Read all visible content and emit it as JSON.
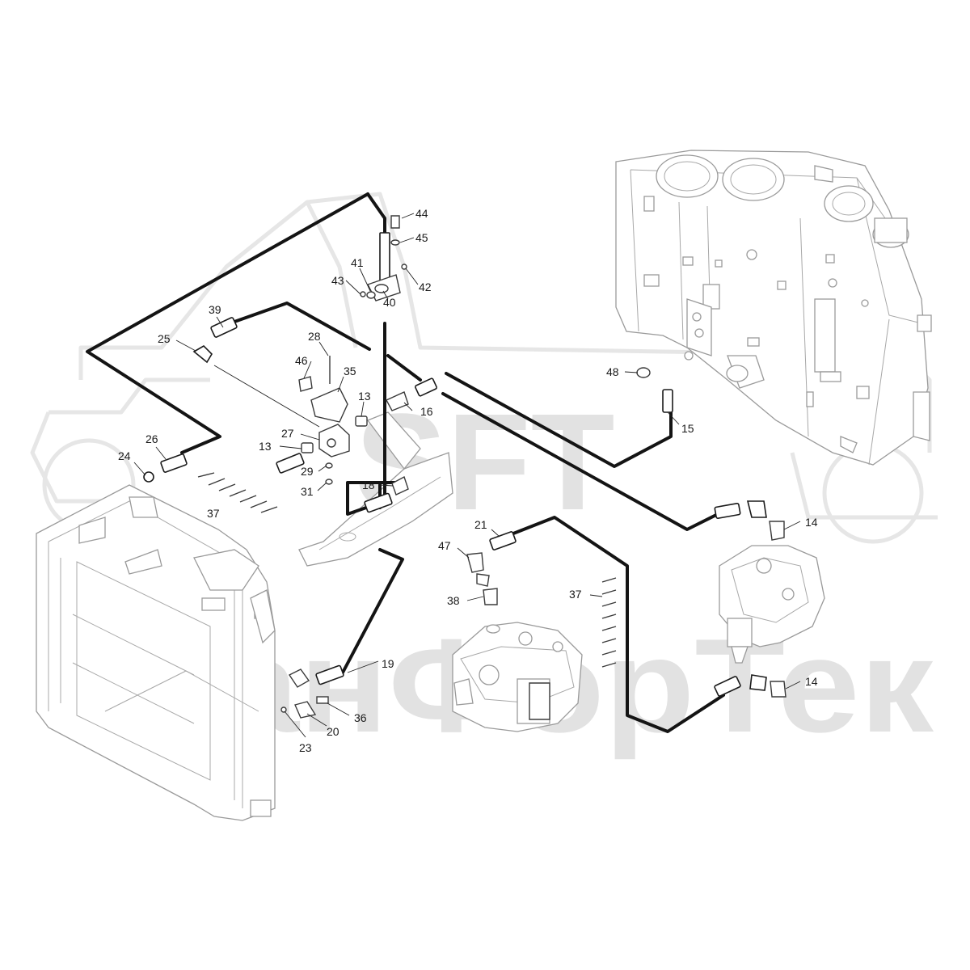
{
  "watermark": {
    "brand": "SFT",
    "company": "СканФорТек"
  },
  "callouts": [
    {
      "id": "c44",
      "label": "44"
    },
    {
      "id": "c45",
      "label": "45"
    },
    {
      "id": "c41",
      "label": "41"
    },
    {
      "id": "c43",
      "label": "43"
    },
    {
      "id": "c42",
      "label": "42"
    },
    {
      "id": "c40",
      "label": "40"
    },
    {
      "id": "c39",
      "label": "39"
    },
    {
      "id": "c25",
      "label": "25"
    },
    {
      "id": "c28",
      "label": "28"
    },
    {
      "id": "c46",
      "label": "46"
    },
    {
      "id": "c35",
      "label": "35"
    },
    {
      "id": "c13a",
      "label": "13"
    },
    {
      "id": "c16",
      "label": "16"
    },
    {
      "id": "c27",
      "label": "27"
    },
    {
      "id": "c13b",
      "label": "13"
    },
    {
      "id": "c29",
      "label": "29"
    },
    {
      "id": "c31",
      "label": "31"
    },
    {
      "id": "c26",
      "label": "26"
    },
    {
      "id": "c24",
      "label": "24"
    },
    {
      "id": "c37a",
      "label": "37"
    },
    {
      "id": "c18",
      "label": "18"
    },
    {
      "id": "c48",
      "label": "48"
    },
    {
      "id": "c15",
      "label": "15"
    },
    {
      "id": "c14a",
      "label": "14"
    },
    {
      "id": "c21",
      "label": "21"
    },
    {
      "id": "c47",
      "label": "47"
    },
    {
      "id": "c38",
      "label": "38"
    },
    {
      "id": "c37b",
      "label": "37"
    },
    {
      "id": "c19",
      "label": "19"
    },
    {
      "id": "c14b",
      "label": "14"
    },
    {
      "id": "c36",
      "label": "36"
    },
    {
      "id": "c20",
      "label": "20"
    },
    {
      "id": "c23",
      "label": "23"
    }
  ]
}
